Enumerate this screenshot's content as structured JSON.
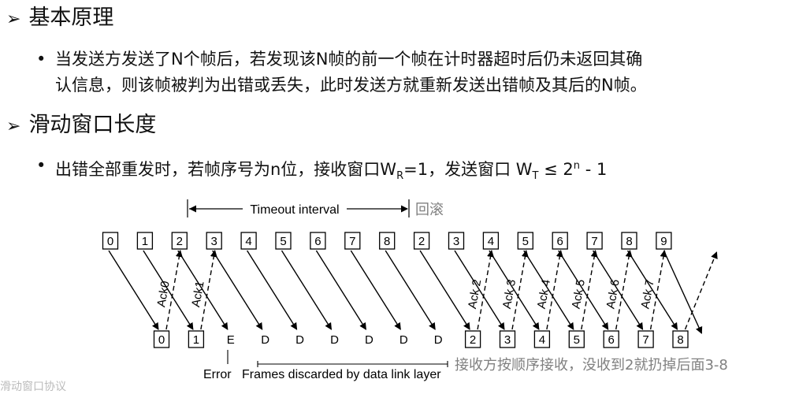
{
  "section1": {
    "marker": "➢",
    "heading": "基本原理",
    "bullet": "•",
    "lines": [
      "当发送方发送了N个帧后，若发现该N帧的前一个帧在计时器超时后仍未返回其确",
      "认信息，则该帧被判为出错或丢失，此时发送方就重新发送出错帧及其后的N帧。"
    ]
  },
  "section2": {
    "marker": "➢",
    "heading": "滑动窗口长度",
    "bullet": "•",
    "line_pre": "出错全部重发时，若帧序号为n位，接收窗口W",
    "wr_sub": "R",
    "line_mid": "=1，发送窗口 W",
    "wt_sub": "T",
    "line_post": " ≤ 2",
    "exp": "n",
    "line_end": " - 1"
  },
  "diagram": {
    "timeout_label": "Timeout interval",
    "rollback_label": "回滚",
    "sender_frames": [
      "0",
      "1",
      "2",
      "3",
      "4",
      "5",
      "6",
      "7",
      "8",
      "2",
      "3",
      "4",
      "5",
      "6",
      "7",
      "8",
      "9"
    ],
    "receiver_frames": [
      "0",
      "1",
      "E",
      "D",
      "D",
      "D",
      "D",
      "D",
      "D",
      "2",
      "3",
      "4",
      "5",
      "6",
      "7",
      "8"
    ],
    "acks": [
      "Ack0",
      "Ack1",
      "Ack 2",
      "Ack 3",
      "Ack 4",
      "Ack 5",
      "Ack 6",
      "Ack 7"
    ],
    "error_label": "Error",
    "discard_label": "Frames discarded by data link layer",
    "receiver_note": "接收方按顺序接收，没收到2就扔掉后面3-8",
    "colors": {
      "line": "#000000",
      "note": "#808080",
      "accent": "#222222"
    }
  },
  "footer_cut": "滑动窗口协议"
}
